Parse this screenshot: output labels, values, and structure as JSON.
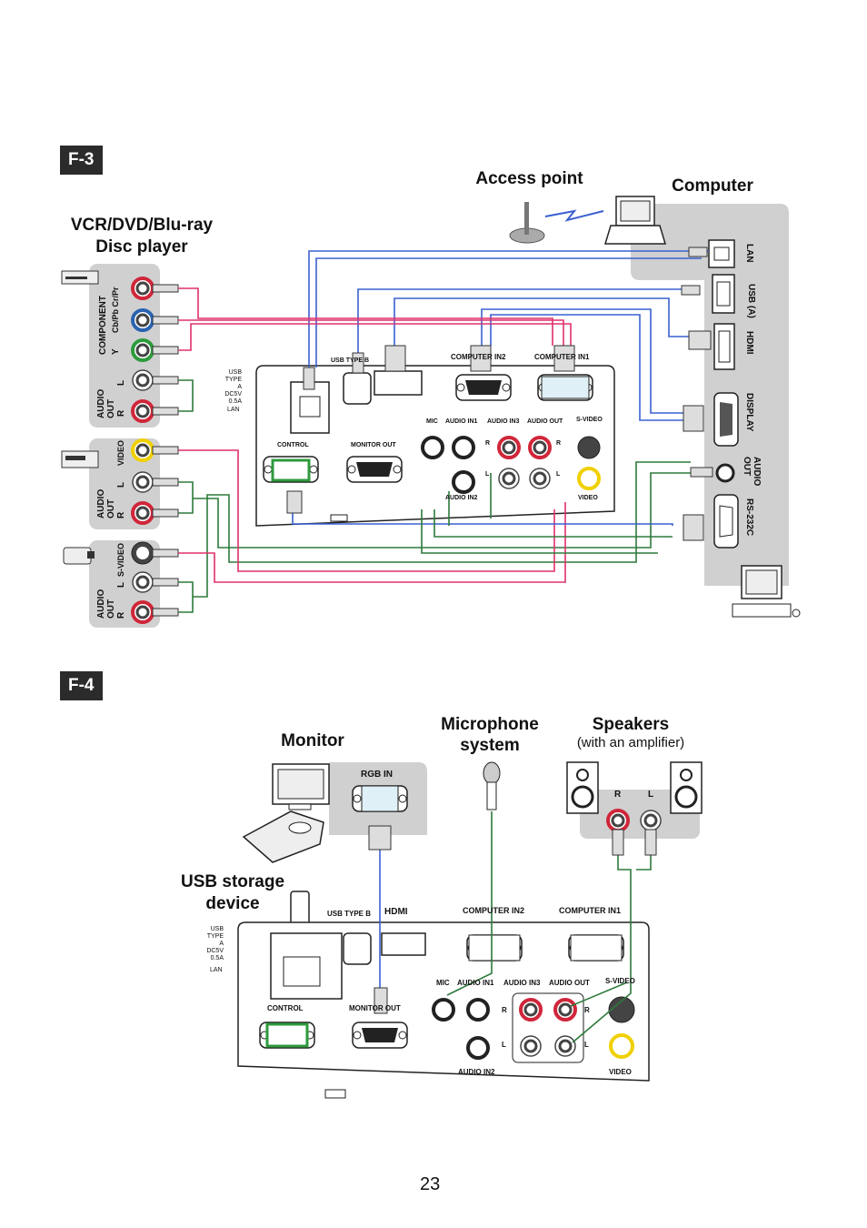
{
  "figures": {
    "f3": {
      "tag": "F-3",
      "devices": {
        "access_point": "Access point",
        "computer": "Computer",
        "vcr_line1": "VCR/DVD/Blu-ray",
        "vcr_line2": "Disc player"
      },
      "source_labels": {
        "component": "COMPONENT",
        "cb_pb_cr_pr": "Cb/Pb Cr/Pr",
        "y": "Y",
        "audio_out": "AUDIO OUT",
        "l": "L",
        "r": "R",
        "video": "VIDEO",
        "s_video": "S-VIDEO"
      },
      "computer_ports": [
        "LAN",
        "USB (A)",
        "HDMI",
        "DISPLAY",
        "AUDIO OUT",
        "RS-232C"
      ]
    },
    "f4": {
      "tag": "F-4",
      "devices": {
        "monitor": "Monitor",
        "microphone_line1": "Microphone",
        "microphone_line2": "system",
        "speakers": "Speakers",
        "speakers_note": "(with an amplifier)",
        "usb_line1": "USB storage",
        "usb_line2": "device"
      },
      "monitor_port": "RGB IN",
      "speaker_r": "R",
      "speaker_l": "L"
    }
  },
  "projector_panel": {
    "usb_type_a_lines": [
      "USB",
      "TYPE A",
      "DC5V",
      "0.5A"
    ],
    "usb_type_b": "USB TYPE B",
    "lan": "LAN",
    "hdmi": "HDMI",
    "control": "CONTROL",
    "monitor_out": "MONITOR OUT",
    "computer_in2": "COMPUTER IN2",
    "computer_in1": "COMPUTER IN1",
    "mic": "MIC",
    "audio_in1": "AUDIO IN1",
    "audio_in2": "AUDIO IN2",
    "audio_in3": "AUDIO IN3",
    "audio_out": "AUDIO OUT",
    "s_video": "S-VIDEO",
    "video": "VIDEO",
    "r": "R",
    "l": "L"
  },
  "page_number": "23"
}
